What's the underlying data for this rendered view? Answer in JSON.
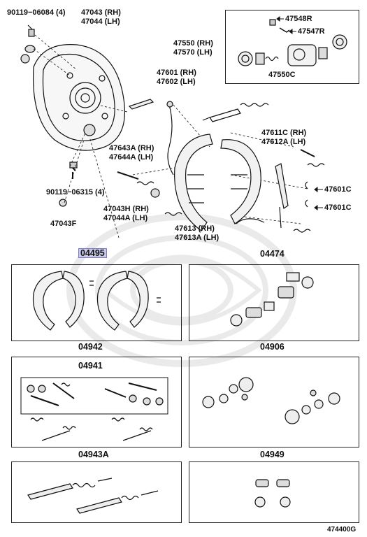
{
  "labels": {
    "p90119_06084": "90119−06084 (4)",
    "p47043rh": "47043 (RH)",
    "p47044lh": "47044 (LH)",
    "p47548r": "47548R",
    "p47547r": "47547R",
    "p47550rh": "47550 (RH)",
    "p47570lh": "47570 (LH)",
    "p47550c": "47550C",
    "p47601rh": "47601 (RH)",
    "p47602lh": "47602 (LH)",
    "p47643a": "47643A (RH)",
    "p47644a": "47644A (LH)",
    "p47611c": "47611C (RH)",
    "p47612a": "47612A (LH)",
    "p90119_06315": "90119−06315 (4)",
    "p47601c_a": "47601C",
    "p47601c_b": "47601C",
    "p47043h": "47043H (RH)",
    "p47044a": "47044A (LH)",
    "p47043f": "47043F",
    "p47613rh": "47613 (RH)",
    "p47613a": "47613A (LH)",
    "p04495": "04495",
    "p04474": "04474",
    "p04942": "04942",
    "p04906": "04906",
    "p04941": "04941",
    "p04943a": "04943A",
    "p04949": "04949",
    "figure_id": "474400G"
  },
  "colors": {
    "highlight_bg": "#c8c8ec",
    "line": "#222222"
  }
}
